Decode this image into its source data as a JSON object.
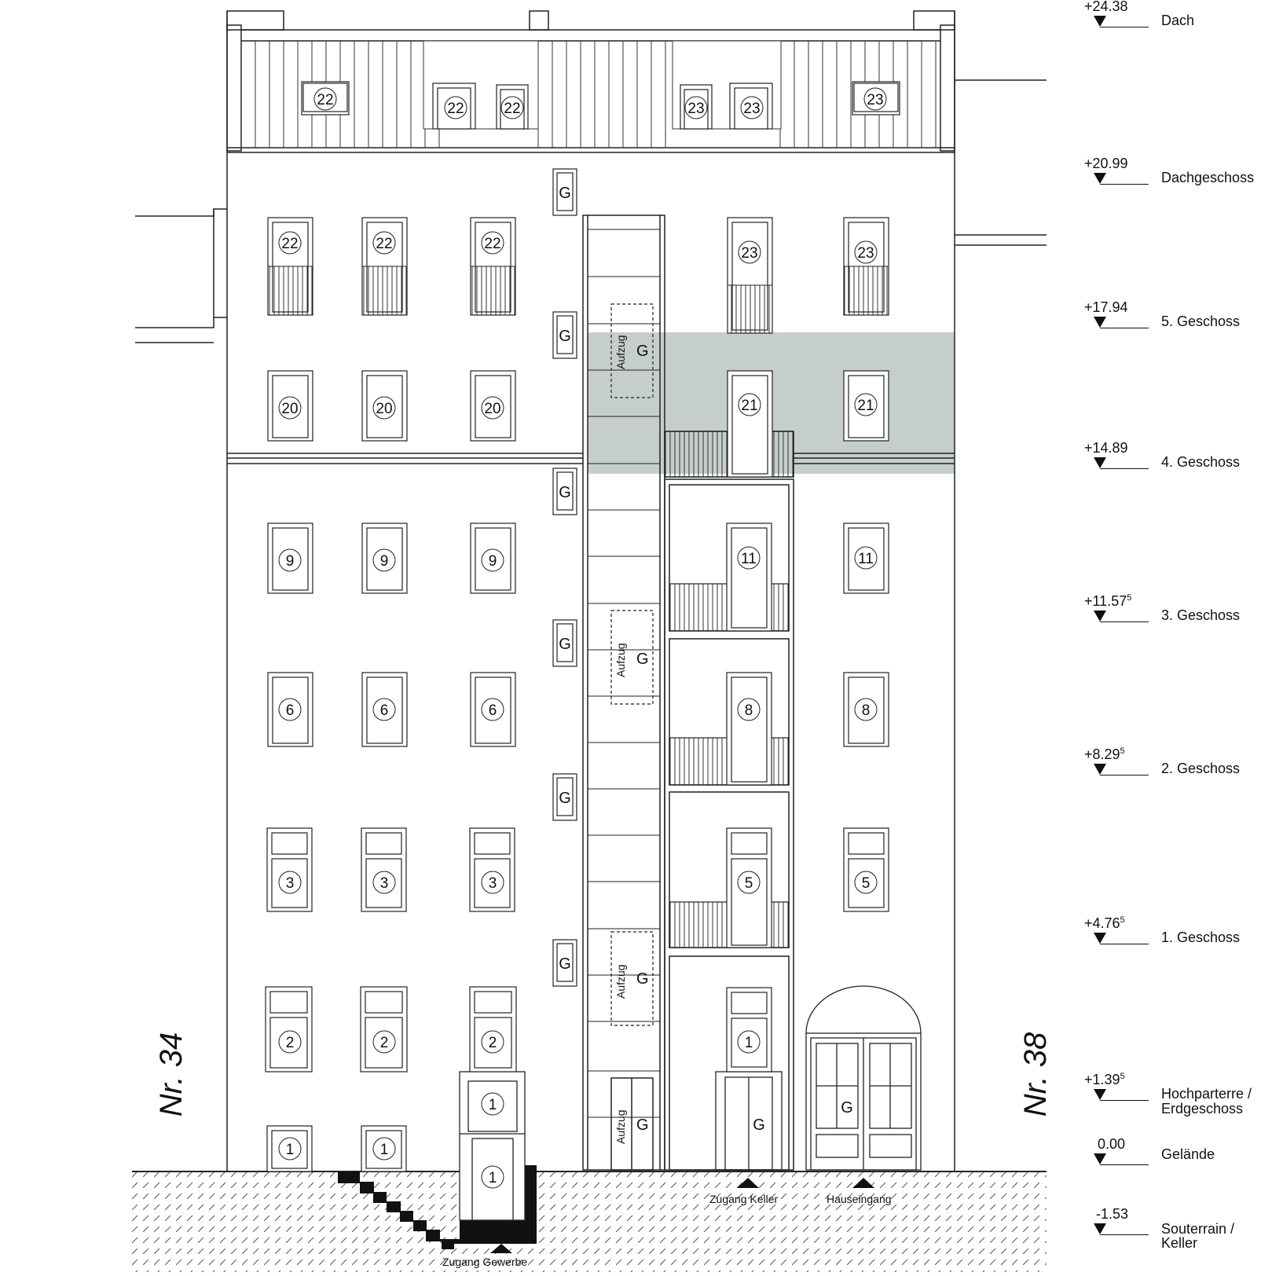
{
  "drawing": {
    "type": "Fassadenansicht",
    "highlight_color": "#c6cecb",
    "line_color": "#222222"
  },
  "neighbours": {
    "left": "Nr. 34",
    "right": "Nr. 38"
  },
  "levels": [
    {
      "value": "+24.38",
      "sup": "",
      "name": "Dach",
      "name2": ""
    },
    {
      "value": "+20.99",
      "sup": "",
      "name": "Dachgeschoss",
      "name2": ""
    },
    {
      "value": "+17.94",
      "sup": "",
      "name": "5. Geschoss",
      "name2": ""
    },
    {
      "value": "+14.89",
      "sup": "",
      "name": "4. Geschoss",
      "name2": ""
    },
    {
      "value": "+11.57",
      "sup": "5",
      "name": "3. Geschoss",
      "name2": ""
    },
    {
      "value": "+8.29",
      "sup": "5",
      "name": "2. Geschoss",
      "name2": ""
    },
    {
      "value": "+4.76",
      "sup": "5",
      "name": "1. Geschoss",
      "name2": ""
    },
    {
      "value": "+1.39",
      "sup": "5",
      "name": "Hochparterre /",
      "name2": "Erdgeschoss"
    },
    {
      "value": "0.00",
      "sup": "",
      "name": "Gelände",
      "name2": ""
    },
    {
      "value": "-1.53",
      "sup": "",
      "name": "Souterrain /",
      "name2": "Keller"
    }
  ],
  "access": {
    "gewerbe": "Zugang Gewerbe",
    "keller": "Zugang Keller",
    "haus": "Hauseingang"
  },
  "shaft_label": "Aufzug",
  "common_label": "G",
  "units": {
    "roof_dormers": [
      "22",
      "22",
      "22",
      "23",
      "23",
      "23"
    ],
    "dg_left": [
      "22",
      "22",
      "22"
    ],
    "dg_right": [
      "23",
      "23"
    ],
    "og5_left": [
      "20",
      "20",
      "20"
    ],
    "og5_right": [
      "21",
      "21"
    ],
    "og3_left": [
      "9",
      "9",
      "9"
    ],
    "og3_right": [
      "11",
      "11"
    ],
    "og2_left": [
      "6",
      "6",
      "6"
    ],
    "og2_right": [
      "8",
      "8"
    ],
    "og1_left": [
      "3",
      "3",
      "3"
    ],
    "og1_right": [
      "5",
      "5"
    ],
    "hp_left": [
      "2",
      "2",
      "2"
    ],
    "hp_right": [
      "1"
    ],
    "ug_left": [
      "1",
      "1"
    ],
    "ug_door": [
      "1",
      "1"
    ]
  }
}
